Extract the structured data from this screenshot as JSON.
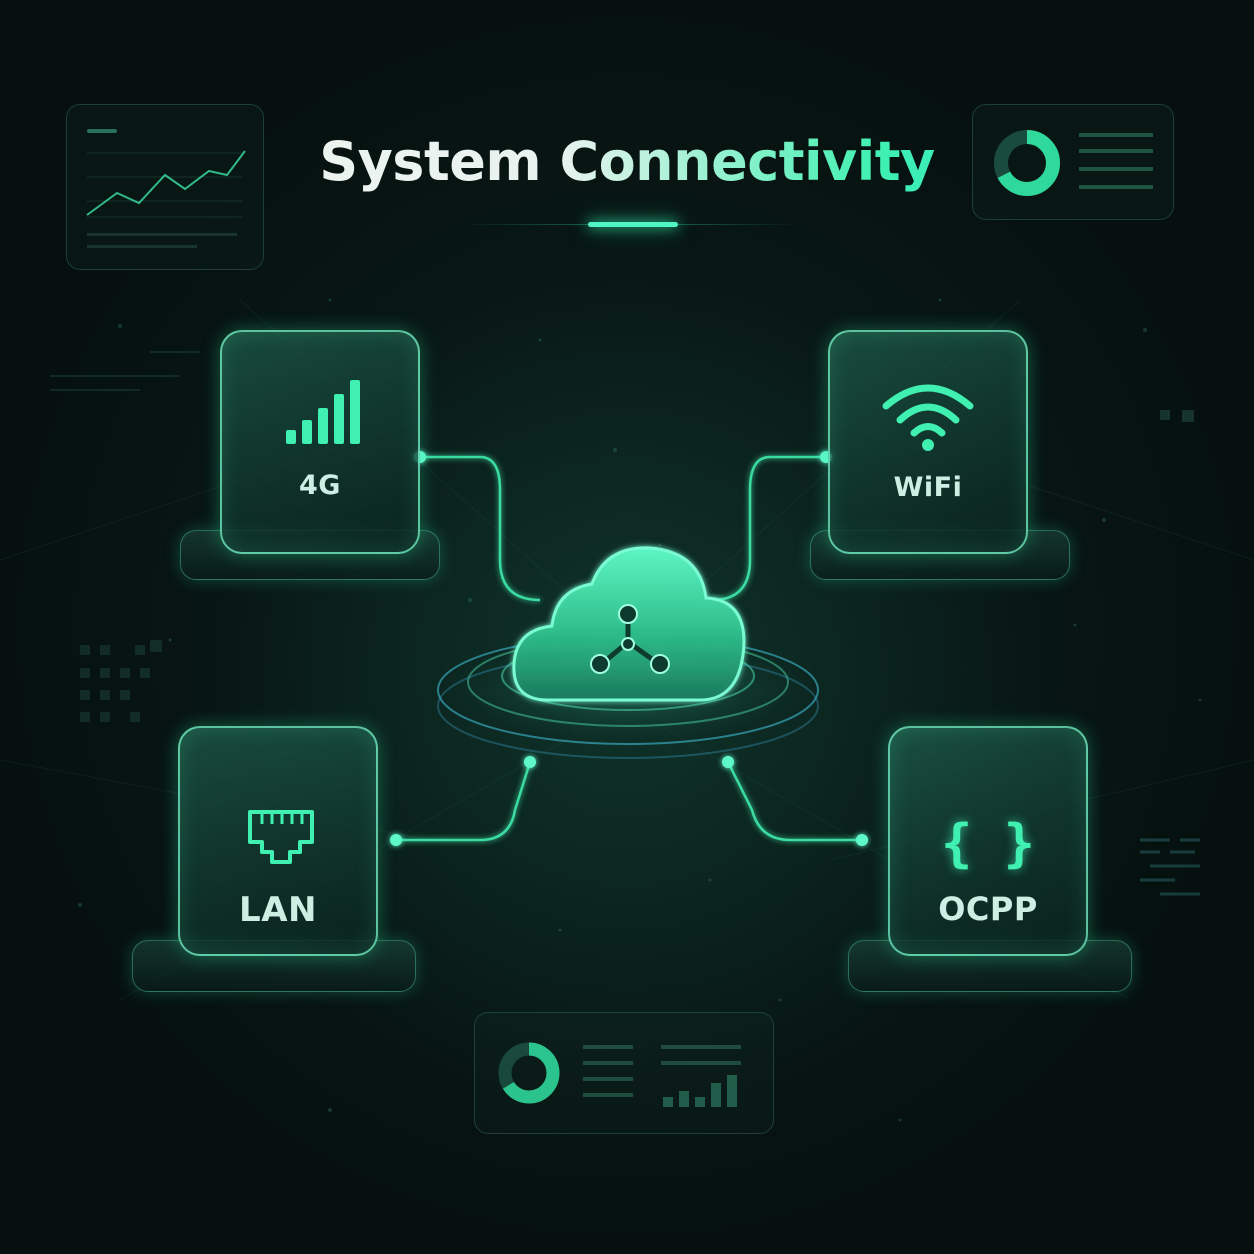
{
  "title": "System Connectivity",
  "hub": {
    "icon": "cloud-network-icon"
  },
  "nodes": [
    {
      "id": "4g",
      "label": "4G",
      "icon": "signal-bars-icon"
    },
    {
      "id": "wifi",
      "label": "WiFi",
      "icon": "wifi-icon"
    },
    {
      "id": "lan",
      "label": "LAN",
      "icon": "ethernet-port-icon"
    },
    {
      "id": "ocpp",
      "label": "OCPP",
      "icon": "code-braces-icon",
      "glyph": "{ }"
    }
  ],
  "colors": {
    "background": "#06110f",
    "accent": "#3ff0b0",
    "accent_cyan": "#22e0e8",
    "text": "#cdeee2"
  }
}
